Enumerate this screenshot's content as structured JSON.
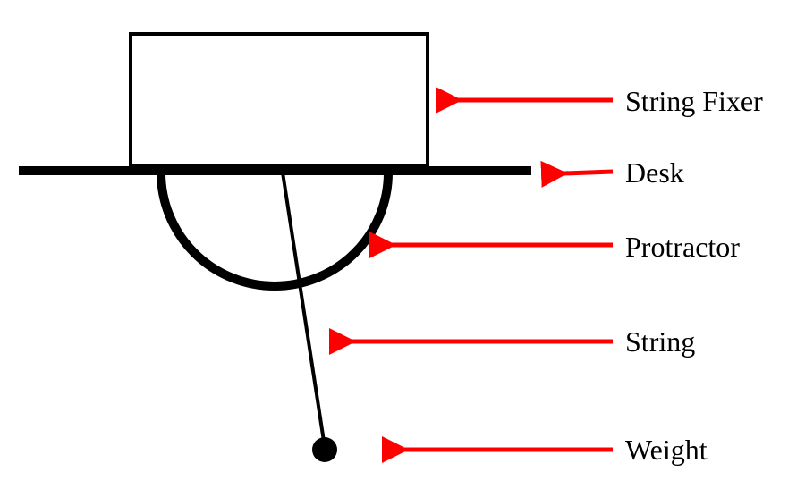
{
  "labels": {
    "string_fixer": "String Fixer",
    "desk": "Desk",
    "protractor": "Protractor",
    "string": "String",
    "weight": "Weight"
  },
  "colors": {
    "ink": "#000000",
    "arrow": "#ff0000",
    "background": "#ffffff"
  }
}
